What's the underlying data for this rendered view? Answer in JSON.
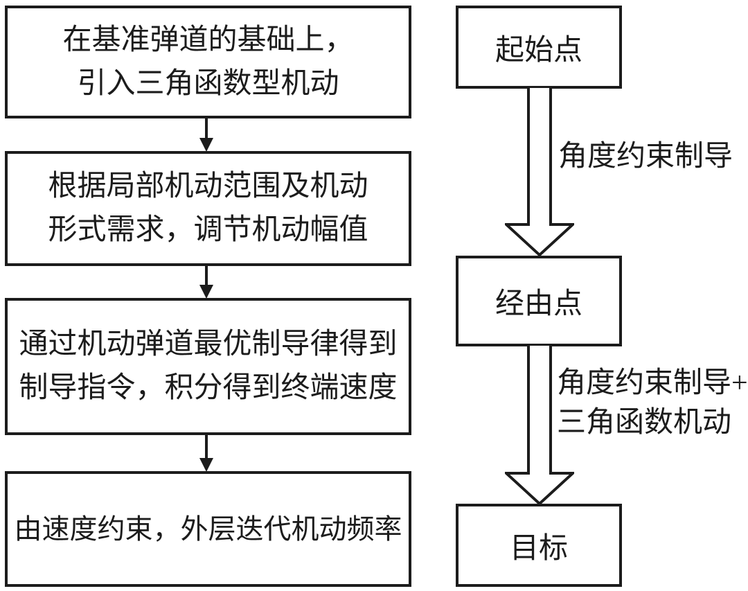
{
  "diagram": {
    "background": "#ffffff",
    "ink_color": "#1c1c1c"
  },
  "left_flow": {
    "boxes": [
      {
        "lines": [
          "在基准弹道的基础上，",
          "引入三角函数型机动"
        ]
      },
      {
        "lines": [
          "根据局部机动范围及机动",
          "形式需求，调节机动幅值"
        ]
      },
      {
        "lines": [
          "通过机动弹道最优制导律得到",
          "制导指令，积分得到终端速度"
        ]
      },
      {
        "lines": [
          "由速度约束，外层迭代机动频率"
        ]
      }
    ]
  },
  "right_flow": {
    "nodes": [
      {
        "label": "起始点"
      },
      {
        "label": "经由点"
      },
      {
        "label": "目标"
      }
    ],
    "edge_labels": [
      {
        "lines": [
          "角度约束制导"
        ]
      },
      {
        "lines": [
          "角度约束制导+",
          "三角函数机动"
        ]
      }
    ]
  }
}
